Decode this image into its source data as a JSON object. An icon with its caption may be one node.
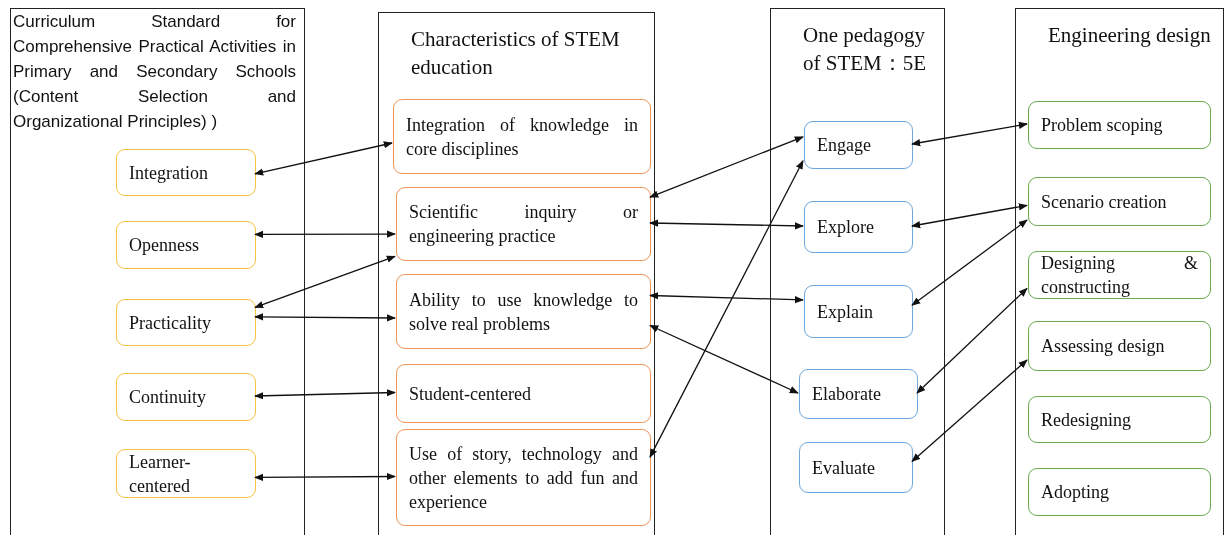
{
  "diagram": {
    "nodes": [
      {
        "text": [
          "Curriculum Standard for Comprehensive Practical Activities in Primary and Secondary Schools (Content Selection and Organizational Principles) )"
        ]
      },
      {
        "text": [
          "Integration"
        ],
        "in": 0
      },
      {
        "text": [
          "Openness"
        ],
        "in": 0
      },
      {
        "text": [
          "Practicality"
        ],
        "in": 0
      },
      {
        "text": [
          "Continuity"
        ],
        "in": 0
      },
      {
        "text": [
          "Learner-centered"
        ],
        "in": 0
      },
      {
        "text": [
          "Characteristics of STEM education"
        ]
      },
      {
        "text": [
          "Integration of knowledge in core disciplines"
        ],
        "in": 6
      },
      {
        "text": [
          "Scientific inquiry or engineering practice"
        ],
        "in": 6
      },
      {
        "text": [
          "Ability to use knowledge to solve real problems"
        ],
        "in": 6
      },
      {
        "text": [
          "Student-centered"
        ],
        "in": 6
      },
      {
        "text": [
          "Use of story, technology and other elements to add fun and experience"
        ],
        "in": 6
      },
      {
        "text": [
          "One pedagogy of STEM：5E"
        ]
      },
      {
        "text": [
          "Engage"
        ],
        "in": 12
      },
      {
        "text": [
          "Explore"
        ],
        "in": 12
      },
      {
        "text": [
          "Explain"
        ],
        "in": 12
      },
      {
        "text": [
          "Elaborate"
        ],
        "in": 12
      },
      {
        "text": [
          "Evaluate"
        ],
        "in": 12
      },
      {
        "text": [
          "Engineering design"
        ]
      },
      {
        "text": [
          "Problem scoping"
        ],
        "in": 18
      },
      {
        "text": [
          "Scenario creation"
        ],
        "in": 18
      },
      {
        "text": [
          "Designing & constructing"
        ],
        "in": 18
      },
      {
        "text": [
          "Assessing design"
        ],
        "in": 18
      },
      {
        "text": [
          "Redesigning"
        ],
        "in": 18
      },
      {
        "text": [
          "Adopting"
        ],
        "in": 18
      }
    ],
    "edges": [
      {
        "from": 1,
        "to": 7,
        "arrow": "both"
      },
      {
        "from": 2,
        "to": 8,
        "arrow": "both"
      },
      {
        "from": 3,
        "to": 8,
        "arrow": "both"
      },
      {
        "from": 3,
        "to": 9,
        "arrow": "both"
      },
      {
        "from": 4,
        "to": 10,
        "arrow": "both"
      },
      {
        "from": 5,
        "to": 11,
        "arrow": "both"
      },
      {
        "from": 8,
        "to": 13,
        "arrow": "both"
      },
      {
        "from": 11,
        "to": 13,
        "arrow": "both"
      },
      {
        "from": 8,
        "to": 14,
        "arrow": "both"
      },
      {
        "from": 9,
        "to": 15,
        "arrow": "both"
      },
      {
        "from": 9,
        "to": 16,
        "arrow": "both"
      },
      {
        "from": 13,
        "to": 19,
        "arrow": "both"
      },
      {
        "from": 14,
        "to": 20,
        "arrow": "both"
      },
      {
        "from": 15,
        "to": 20,
        "arrow": "both"
      },
      {
        "from": 16,
        "to": 21,
        "arrow": "both"
      },
      {
        "from": 17,
        "to": 22,
        "arrow": "both"
      }
    ]
  }
}
